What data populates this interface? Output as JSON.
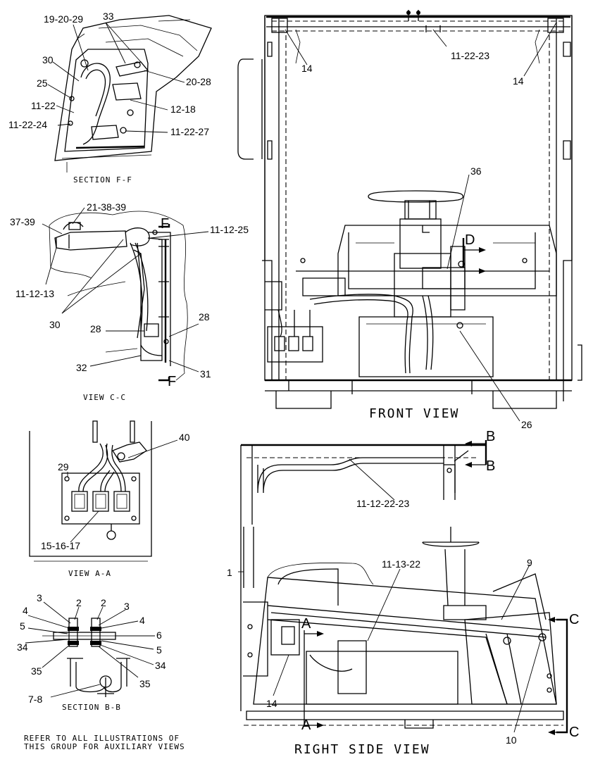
{
  "views": {
    "section_f": {
      "caption": "SECTION F-F",
      "callouts": [
        "19-20-29",
        "33",
        "30",
        "25",
        "20-28",
        "11-22",
        "12-18",
        "11-22-24",
        "11-22-27"
      ]
    },
    "view_c": {
      "caption": "VIEW C-C",
      "callouts": [
        "21-38-39",
        "37-39",
        "11-12-25",
        "11-12-13",
        "30",
        "28",
        "28",
        "32",
        "31"
      ],
      "section_letter_top": "F",
      "section_letter_bottom": "F"
    },
    "view_a": {
      "caption": "VIEW A-A",
      "callouts": [
        "40",
        "29",
        "15-16-17"
      ]
    },
    "section_b": {
      "caption": "SECTION B-B",
      "callouts": [
        "3",
        "2",
        "2",
        "3",
        "4",
        "4",
        "5",
        "6",
        "34",
        "5",
        "35",
        "34",
        "35",
        "7-8"
      ]
    },
    "front": {
      "caption": "FRONT VIEW",
      "callouts": [
        "11-22-23",
        "14",
        "14",
        "36",
        "26"
      ],
      "section_letter": "D"
    },
    "right_side": {
      "caption": "RIGHT SIDE VIEW",
      "callouts": [
        "11-12-22-23",
        "1",
        "11-13-22",
        "9",
        "14",
        "10"
      ],
      "letters": [
        "B",
        "B",
        "C",
        "C",
        "A",
        "A"
      ]
    }
  },
  "note": {
    "line1": "REFER TO ALL ILLUSTRATIONS OF",
    "line2": "THIS GROUP FOR AUXILIARY VIEWS"
  }
}
